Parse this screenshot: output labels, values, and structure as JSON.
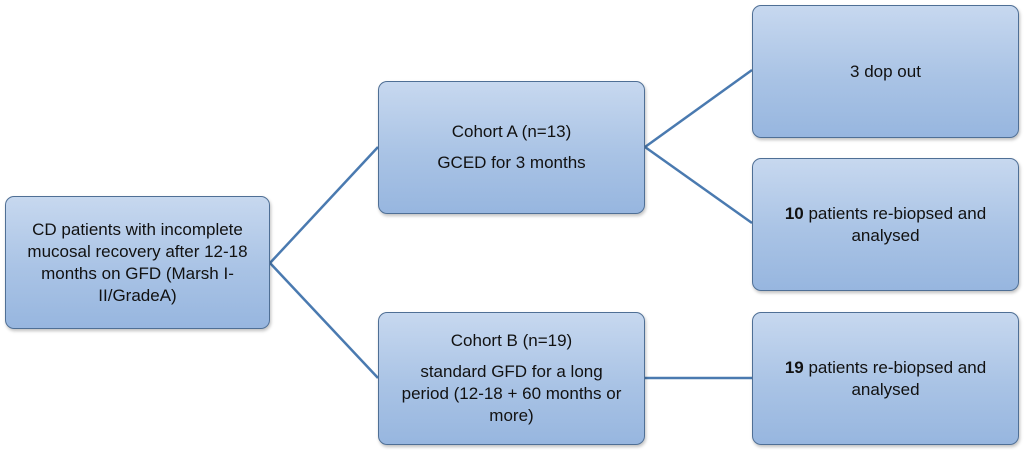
{
  "nodes": {
    "root": {
      "lines": [
        "CD patients with incomplete",
        "mucosal recovery after 12-18",
        "months on GFD (Marsh I-",
        "II/GradeA)"
      ]
    },
    "cohort_a": {
      "title": "Cohort A (n=13)",
      "detail": "GCED for 3 months"
    },
    "cohort_b": {
      "title": "Cohort B (n=19)",
      "detail_lines": [
        "standard GFD for a long",
        "period (12-18 + 60 months or",
        "more)"
      ]
    },
    "dropout": {
      "text": "3 dop out"
    },
    "a_analysed": {
      "count": "10",
      "line1_rest": " patients re-biopsed and",
      "line2": "analysed"
    },
    "b_analysed": {
      "count": "19",
      "line1_rest": " patients re-biopsed and",
      "line2": "analysed"
    }
  },
  "colors": {
    "box_fill_top": "#c7d8ef",
    "box_fill_bottom": "#97b6df",
    "box_border": "#4f6f95",
    "connector": "#4a7ab0"
  }
}
